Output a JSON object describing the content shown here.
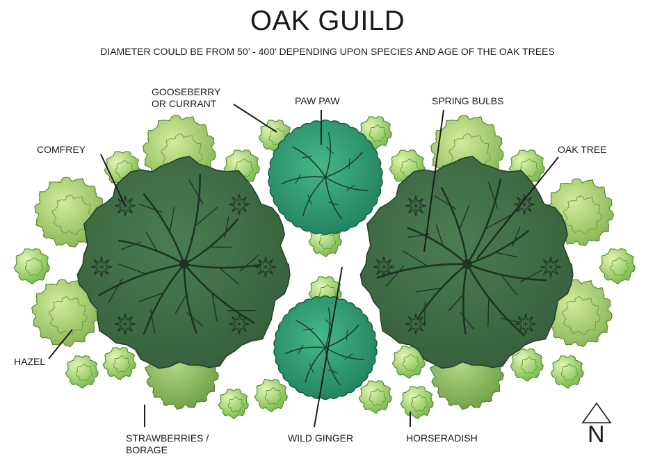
{
  "title": "OAK GUILD",
  "subtitle": "DIAMETER COULD BE FROM 50’ - 400’ DEPENDING UPON SPECIES AND AGE OF THE OAK TREES",
  "labels": {
    "gooseberry_line1": "GOOSEBERRY",
    "gooseberry_line2": "OR CURRANT",
    "pawpaw": "PAW PAW",
    "spring_bulbs": "SPRING BULBS",
    "comfrey": "COMFREY",
    "oak_tree": "OAK TREE",
    "hazel": "HAZEL",
    "strawberries_line1": "STRAWBERRIES /",
    "strawberries_line2": "BORAGE",
    "wild_ginger": "WILD GINGER",
    "horseradish": "HORSERADISH"
  },
  "compass": {
    "letter": "N"
  },
  "colors": {
    "oak": "#3f6e45",
    "oak_edge": "#24402a",
    "pawpaw": "#2f9a72",
    "hazel": "#9fc867",
    "small_shrub": "#9dd06a",
    "strawberry": "#86b657",
    "line": "#1a1a1a"
  }
}
